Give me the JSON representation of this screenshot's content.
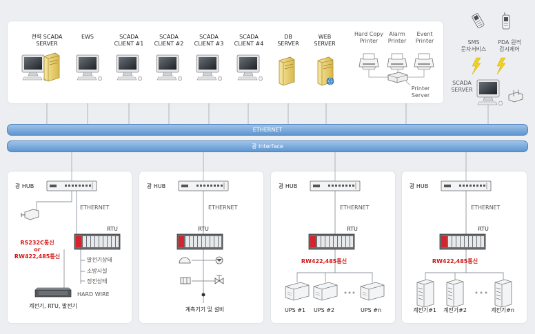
{
  "top_devices": [
    {
      "label": "전력 SCADA\nSERVER"
    },
    {
      "label": "EWS"
    },
    {
      "label": "SCADA\nCLIENT #1"
    },
    {
      "label": "SCADA\nCLIENT #2"
    },
    {
      "label": "SCADA\nCLIENT #3"
    },
    {
      "label": "SCADA\nCLIENT #4"
    },
    {
      "label": "DB\nSERVER"
    },
    {
      "label": "WEB\nSERVER"
    }
  ],
  "printers": [
    {
      "label": "Hard Copy\nPrinter"
    },
    {
      "label": "Alarm\nPrinter"
    },
    {
      "label": "Event\nPrinter"
    }
  ],
  "printer_server": "Printer\nServer",
  "sms": "SMS\n문자서비스",
  "pda": "PDA 원격\n감시제어",
  "scada_server_right": "SCADA\nSERVER",
  "bus_ethernet": "ETHERNET",
  "bus_optical": "광 Interface",
  "hub": "광 HUB",
  "ethernet": "ETHERNET",
  "rtu": "RTU",
  "panel1": {
    "comm_a": "RS232C통신\nor\nRW422,485통신",
    "items": [
      "발전기상태",
      "소방시설",
      "정전상태"
    ],
    "hard_wire": "HARD WIRE",
    "bottom": "계전기,  RTU, 발전기"
  },
  "panel2": {
    "bottom": "계측기기 및 설비"
  },
  "panel3": {
    "comm": "RW422,485통신",
    "ups": [
      "UPS #1",
      "UPS #2",
      "UPS #n"
    ]
  },
  "panel4": {
    "comm": "RW422,485통신",
    "relays": [
      "계전기#1",
      "계전기#2",
      "계전기#n"
    ]
  }
}
